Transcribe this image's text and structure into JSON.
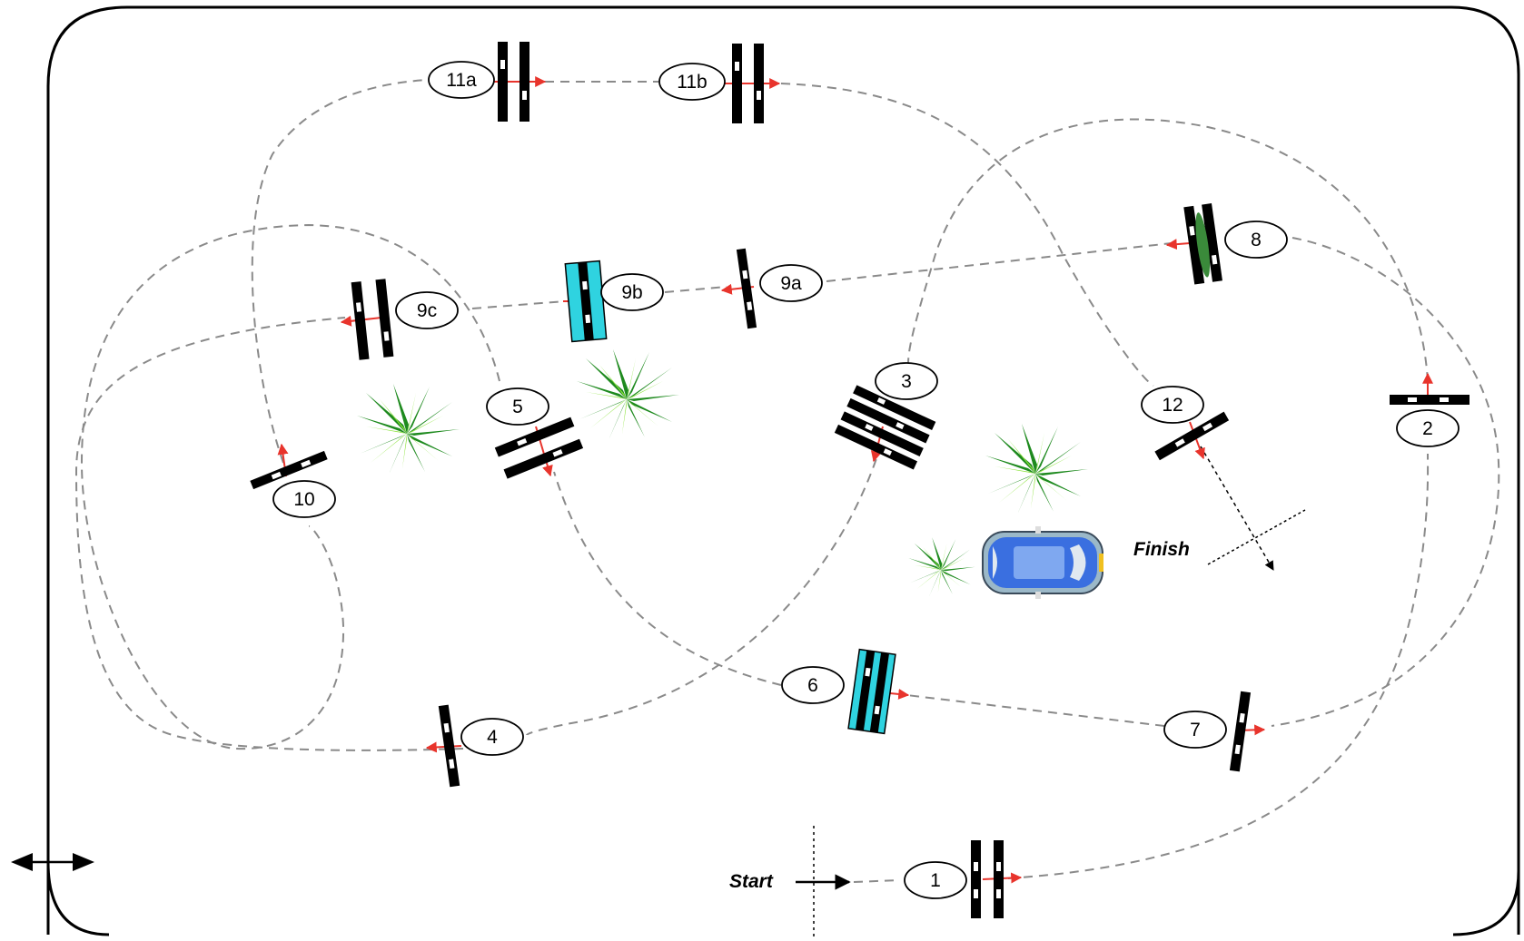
{
  "course": {
    "start_label": "Start",
    "finish_label": "Finish",
    "gates": [
      {
        "id": "g1",
        "label": "1"
      },
      {
        "id": "g2",
        "label": "2"
      },
      {
        "id": "g3",
        "label": "3"
      },
      {
        "id": "g4",
        "label": "4"
      },
      {
        "id": "g5",
        "label": "5"
      },
      {
        "id": "g6",
        "label": "6"
      },
      {
        "id": "g7",
        "label": "7"
      },
      {
        "id": "g8",
        "label": "8"
      },
      {
        "id": "g9a",
        "label": "9a"
      },
      {
        "id": "g9b",
        "label": "9b"
      },
      {
        "id": "g9c",
        "label": "9c"
      },
      {
        "id": "g10",
        "label": "10"
      },
      {
        "id": "g11a",
        "label": "11a"
      },
      {
        "id": "g11b",
        "label": "11b"
      },
      {
        "id": "g12",
        "label": "12"
      }
    ]
  },
  "colors": {
    "path": "#8a8a8a",
    "arrow": "#e8342c",
    "gate_black": "#000000",
    "gate_cyan": "#2fd3e0",
    "gate_green": "#3a8a3a",
    "plant_dark": "#1e8a1e",
    "plant_light": "#8be33a",
    "car_body": "#3a6fe0"
  }
}
